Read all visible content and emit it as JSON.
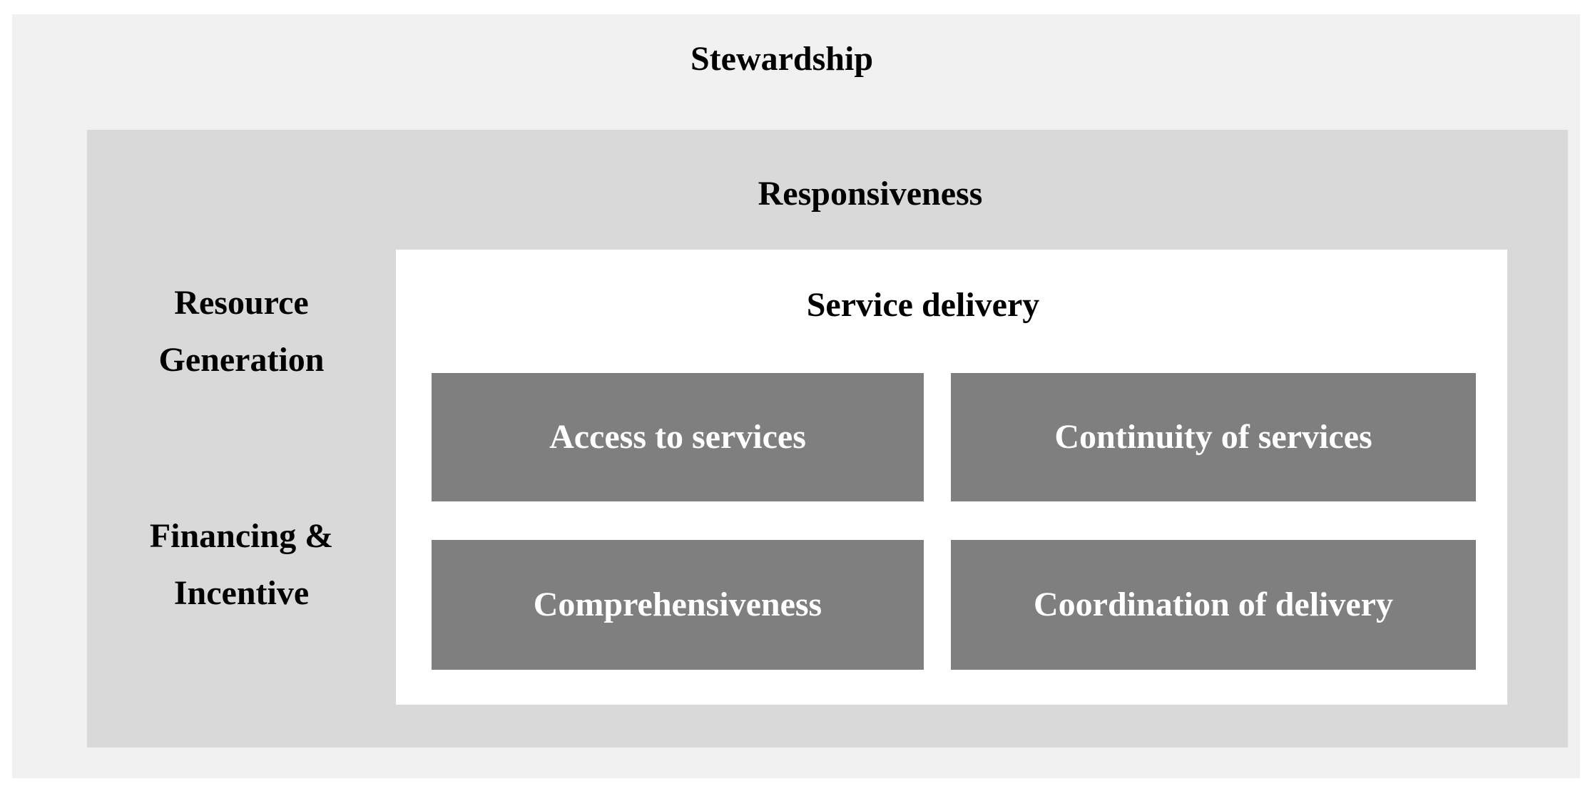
{
  "diagram": {
    "outer_label": "Stewardship",
    "middle_label": "Responsiveness",
    "side_labels": [
      {
        "lines": [
          "Resource",
          "Generation"
        ]
      },
      {
        "lines": [
          "Financing &",
          "Incentive"
        ]
      }
    ],
    "inner_label": "Service delivery",
    "cells": [
      {
        "label": "Access to services"
      },
      {
        "label": "Continuity of services"
      },
      {
        "label": "Comprehensiveness"
      },
      {
        "label": "Coordination of delivery"
      }
    ],
    "colors": {
      "outer_bg": "#f1f1f2",
      "middle_bg": "#d9d9d9",
      "inner_bg": "#ffffff",
      "cell_bg": "#7f7f7f",
      "text_dark": "#000000",
      "text_light": "#ffffff"
    }
  }
}
